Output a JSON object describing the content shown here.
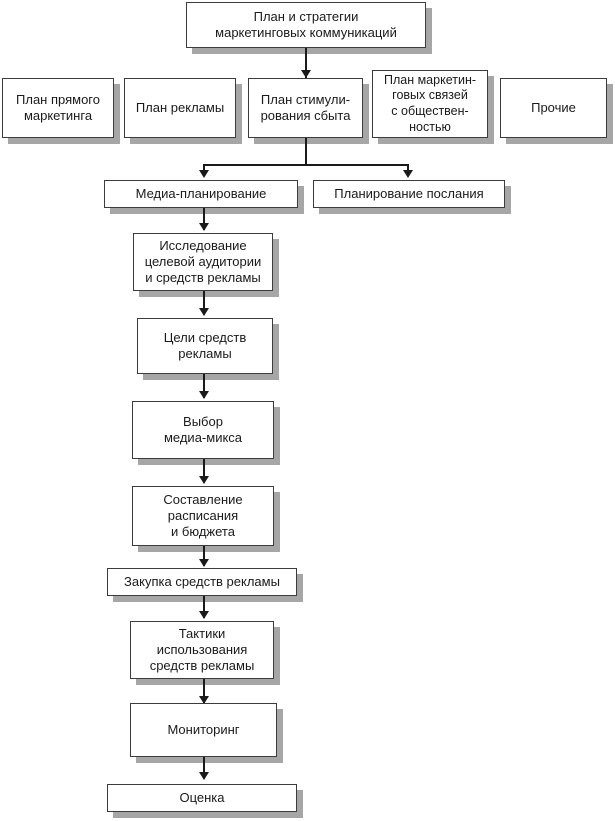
{
  "diagram": {
    "title": "План и стратегии маркетинговых коммуникаций",
    "type": "flowchart",
    "language": "ru",
    "colors": {
      "box_fill": "#ffffff",
      "box_border": "#3c3c3c",
      "box_shadow": "#a6a6a6",
      "connector": "#1a1a1a",
      "text": "#1a1a1a",
      "background": "#ffffff"
    },
    "nodes": {
      "root": "План и стратегии\nмаркетинговых коммуникаций",
      "branch_direct_marketing": "План прямого\nмаркетинга",
      "branch_advertising": "План рекламы",
      "branch_sales_promotion": "План стимули-\nрования сбыта",
      "branch_public_relations": "План маркетин-\nговых связей\nс обществен-\nностью",
      "branch_other": "Прочие",
      "media_planning": "Медиа-планирование",
      "message_planning": "Планирование послания",
      "audience_research": "Исследование\nцелевой аудитории\nи средств рекламы",
      "media_goals": "Цели средств\nрекламы",
      "media_mix": "Выбор\nмедиа-микса",
      "schedule_budget": "Составление\nрасписания\nи бюджета",
      "media_buying": "Закупка средств рекламы",
      "media_tactics": "Тактики\nиспользования\nсредств рекламы",
      "monitoring": "Мониторинг",
      "evaluation": "Оценка"
    }
  }
}
